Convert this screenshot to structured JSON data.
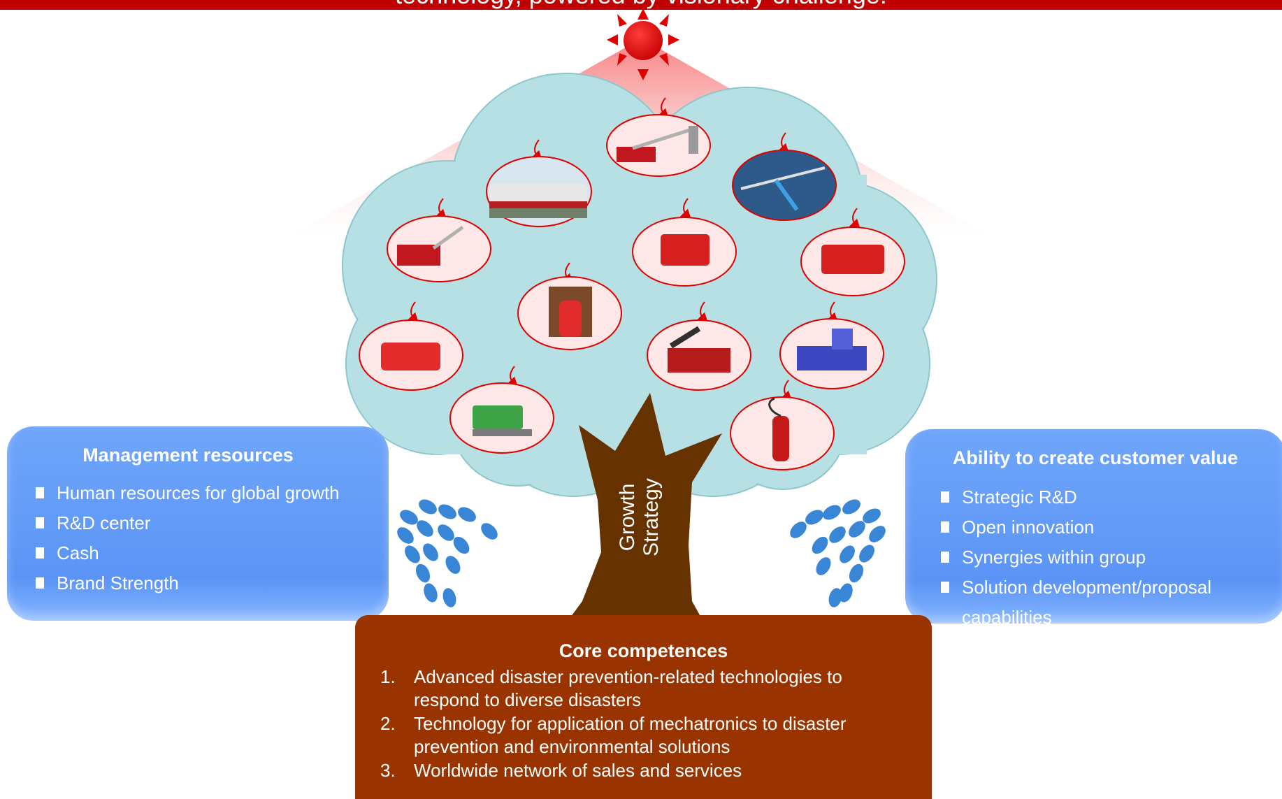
{
  "banner": {
    "text": "technology, powered by visionary challenge.",
    "color": "#c00000"
  },
  "trunk": {
    "line1": "Growth",
    "line2": "Strategy"
  },
  "management": {
    "title": "Management resources",
    "items": [
      "Human resources for global growth",
      "R&D center",
      "Cash",
      "Brand Strength"
    ]
  },
  "customer_value": {
    "title": "Ability to create customer value",
    "items": [
      "Strategic R&D",
      "Open innovation",
      "Synergies within group",
      "Solution development/proposal",
      "capabilities"
    ]
  },
  "core": {
    "title": "Core competences",
    "items": [
      {
        "num": "1.",
        "text": "Advanced disaster prevention-related technologies to respond to diverse disasters"
      },
      {
        "num": "2.",
        "text": "Technology for application of mechatronics to disaster prevention and environmental solutions"
      },
      {
        "num": "3.",
        "text": "Worldwide network of sales and services"
      }
    ]
  },
  "products": [
    "aerial-platform-truck-icon",
    "transport-tanker-icon",
    "wind-turbine-icon",
    "snorkel-truck-icon",
    "pump-truck-icon",
    "rescue-truck-icon",
    "gas-cylinder-system-icon",
    "fire-engine-icon",
    "ladder-truck-icon",
    "industrial-machine-icon",
    "waste-collection-truck-icon",
    "fire-extinguisher-icon"
  ],
  "colors": {
    "accent_red": "#c00000",
    "foliage": "#b7e0e4",
    "trunk": "#663300",
    "soil": "#993300",
    "panel_blue": "#5b94f5",
    "water_drop": "#3a86d6"
  }
}
